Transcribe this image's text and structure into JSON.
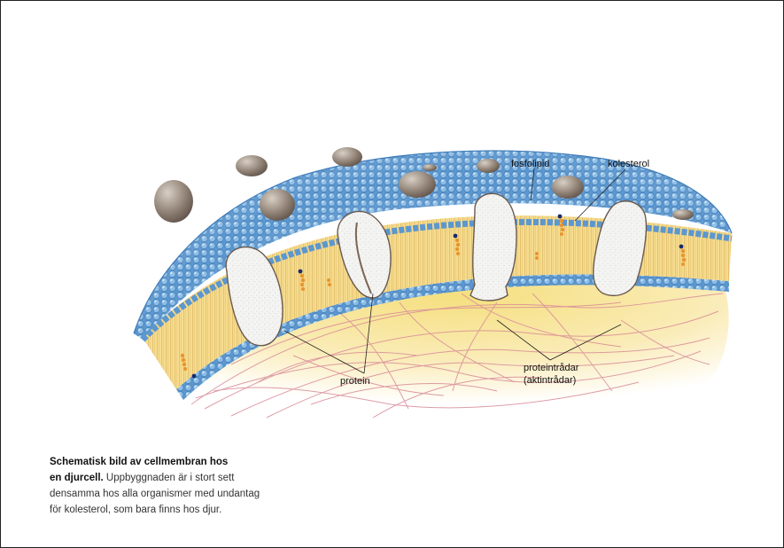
{
  "labels": {
    "fosfolipid": "fosfolipid",
    "kolesterol": "kolesterol",
    "protein": "protein",
    "proteintradar": "proteintrådar",
    "aktintradar": "(aktintrådar)"
  },
  "caption": {
    "bold_line1": "Schematisk bild av cellmembran hos",
    "bold_line2": "en djurcell.",
    "text_line2": " Uppbyggnaden är i stort sett",
    "text_line3": "densamma hos alla organismer med undantag",
    "text_line4": "för kolesterol, som bara finns hos djur."
  },
  "colors": {
    "head_blue": "#6fa6d8",
    "tail_yellow": "#f3d27a",
    "cytoplasm": "#f7e6a0",
    "filament_pink": "#d88a95",
    "protein_white": "#f2f2f0",
    "cholesterol_orange": "#e8952e"
  }
}
